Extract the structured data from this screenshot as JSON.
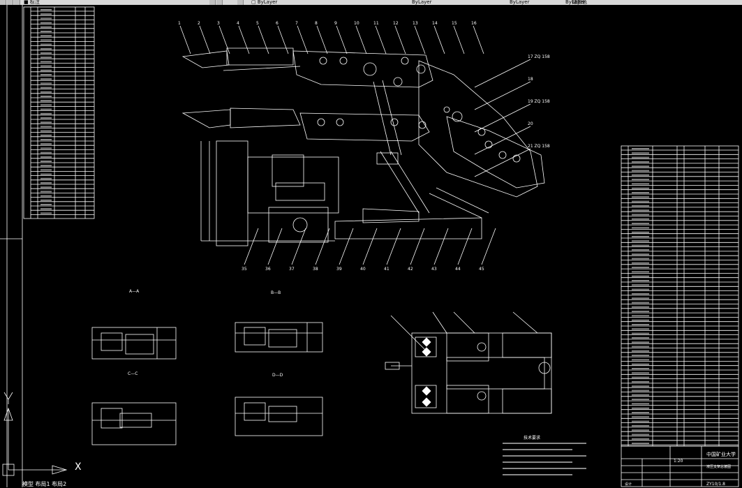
{
  "toolbar": {
    "tab_labels": [
      "■ 标注",
      "▢ ByLayer",
      "ByLayer",
      "ByLayer",
      "ByLayer",
      "随颜色"
    ]
  },
  "drawing": {
    "section_labels": [
      "A—A",
      "B—B",
      "C—C",
      "D—D"
    ],
    "tech_requirements_title": "技术要求",
    "title_block_name": "中国矿业大学",
    "title_block_subtitle": "液压支架总装图",
    "title_block_drawing_no": "ZY10/1.8",
    "title_block_scale": "1:20",
    "title_block_design": "设计",
    "callouts_top": [
      "1",
      "2",
      "3",
      "4",
      "5",
      "6",
      "7",
      "8",
      "9",
      "10",
      "11",
      "12",
      "13",
      "14",
      "15",
      "16"
    ],
    "callouts_side": [
      "17 ZQ 158",
      "18",
      "19 ZQ 158",
      "20",
      "21 ZQ 158"
    ],
    "callouts_bottom": [
      "35",
      "36",
      "37",
      "38",
      "39",
      "40",
      "41",
      "42",
      "43",
      "44",
      "45"
    ]
  },
  "ucs": {
    "x_label": "X",
    "y_label": "Y"
  },
  "status": {
    "text": "模型 布局1 布局2"
  },
  "colors": {
    "background": "#000000",
    "line": "#ffffff",
    "toolbar": "#d8d8d8"
  }
}
